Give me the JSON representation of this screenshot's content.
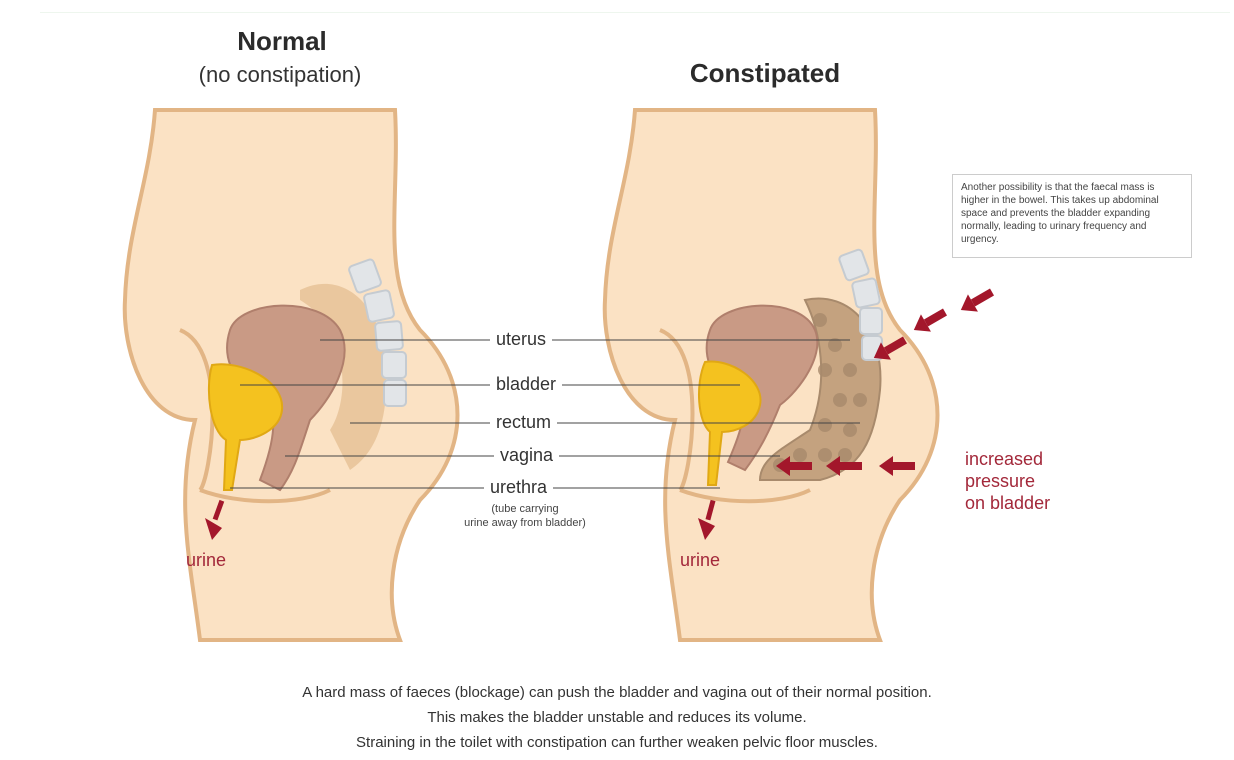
{
  "left_panel": {
    "title": "Normal",
    "subtitle": "(no constipation)",
    "urine_label": "urine"
  },
  "right_panel": {
    "title": "Constipated",
    "urine_label": "urine",
    "pressure_label": [
      "increased",
      "pressure",
      "on bladder"
    ]
  },
  "labels": {
    "uterus": "uterus",
    "bladder": "bladder",
    "rectum": "rectum",
    "vagina": "vagina",
    "urethra": "urethra",
    "urethra_note": [
      "(tube carrying",
      "urine away from bladder)"
    ]
  },
  "note": "Another possibility is that the faecal mass is higher in the bowel. This takes up abdominal space and prevents the bladder expanding normally, leading to urinary frequency and urgency.",
  "caption": [
    "A hard mass of faeces (blockage) can push the bladder and vagina out of their normal position.",
    "This makes the bladder unstable and reduces its volume.",
    "Straining in the toilet with constipation can further weaken pelvic floor muscles."
  ],
  "colors": {
    "skin": "#fbe2c4",
    "outline": "#e2b585",
    "bladder": "#f4c21f",
    "uterus": "#c99a85",
    "arrow": "#a3172b",
    "faeces": "#a88a6c"
  }
}
